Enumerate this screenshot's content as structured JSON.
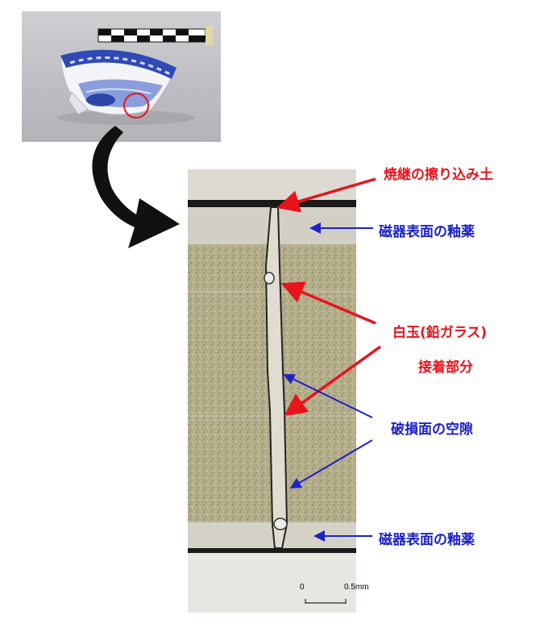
{
  "labels": {
    "kiln_joint_soil": "焼継の擦り込み土",
    "glaze_top": "磁器表面の釉薬",
    "white_glass_line1": "白玉(鉛ガラス)",
    "white_glass_line2": "接着部分",
    "fracture_gap": "破損面の空隙",
    "glaze_bottom": "磁器表面の釉薬"
  },
  "scale_bar": {
    "start": "0",
    "end": "0.5mm"
  },
  "colors": {
    "red_callout": "#e8141b",
    "blue_callout": "#1c22c7"
  },
  "icons": {
    "curve_arrow": "curved-arrow-icon",
    "magnify_circle": "highlight-circle-icon"
  }
}
